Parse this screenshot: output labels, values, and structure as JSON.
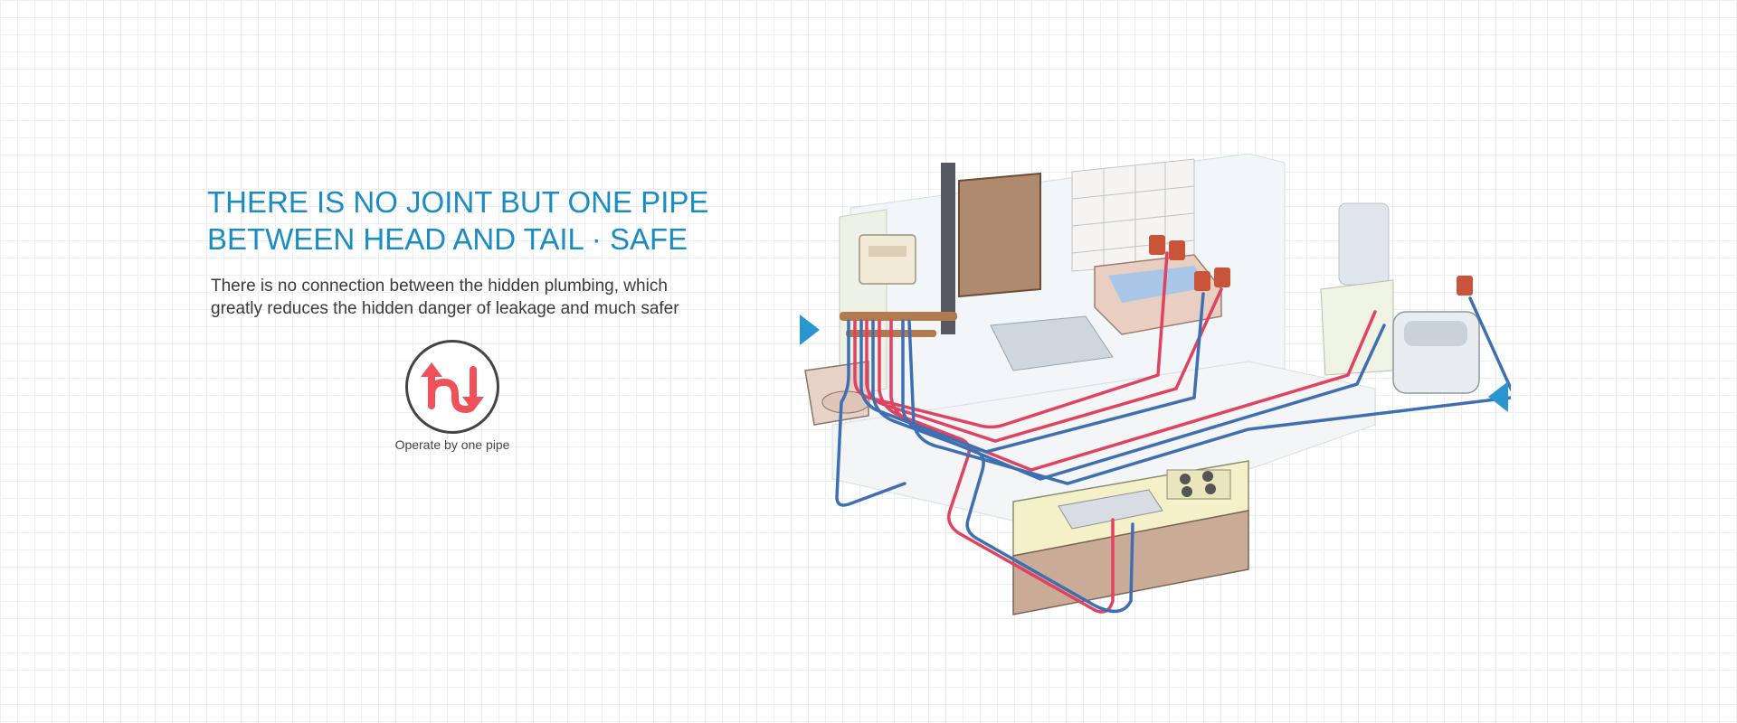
{
  "headline": {
    "line1": "THERE IS NO JOINT BUT ONE PIPE",
    "line2": "BETWEEN HEAD AND TAIL · SAFE"
  },
  "description": {
    "line1": "There is no connection between the hidden plumbing, which",
    "line2": "greatly reduces the hidden danger of leakage and much safer"
  },
  "badge": {
    "icon": "one-pipe-arrows-icon",
    "label": "Operate by one pipe"
  },
  "illustration": {
    "name": "house-plumbing-illustration"
  },
  "colors": {
    "accent_blue": "#1a8cc4",
    "hot_pipe": "#e0435f",
    "cold_pipe": "#3f6fb0",
    "badge_icon": "#f0505a",
    "arrow_marker": "#2996cf"
  }
}
